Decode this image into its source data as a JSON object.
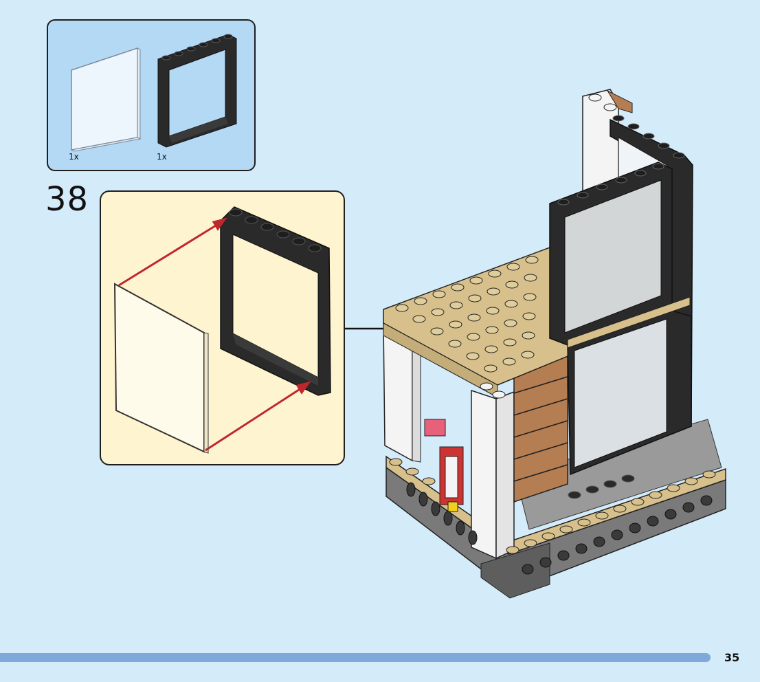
{
  "parts_list": {
    "items": [
      {
        "name": "transparent-glass-pane",
        "qty": "1x"
      },
      {
        "name": "black-window-frame",
        "qty": "1x"
      }
    ]
  },
  "step": {
    "number": "38"
  },
  "page": {
    "number": "35"
  },
  "colors": {
    "background": "#d4ebfa",
    "parts_box": "#b4d9f5",
    "callout_box": "#fff4d0",
    "frame_black": "#2a2a2a",
    "tan": "#d7c08b",
    "white_brick": "#f4f4f4",
    "wood_brown": "#b57d52",
    "gray": "#8c8c8c",
    "arrow_red": "#c0272d",
    "footer_bar": "#7fa9d9"
  }
}
